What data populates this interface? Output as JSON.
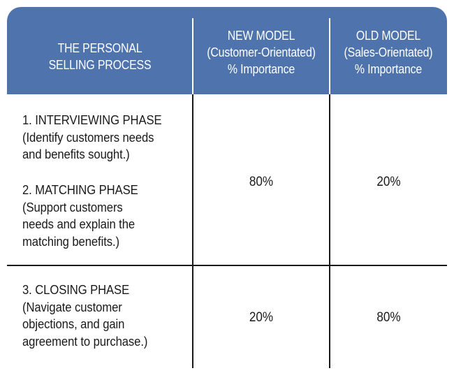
{
  "header": {
    "col1": [
      "THE PERSONAL",
      "SELLING PROCESS"
    ],
    "col2": [
      "NEW MODEL",
      "(Customer-Orientated)",
      "% Importance"
    ],
    "col3": [
      "OLD MODEL",
      "(Sales-Orientated)",
      "% Importance"
    ]
  },
  "rows": [
    {
      "phase_lines_a": [
        "1. INTERVIEWING PHASE",
        "(Identify customers needs",
        "and benefits sought.)"
      ],
      "phase_lines_b": [
        "2. MATCHING PHASE",
        "(Support customers",
        "needs and explain the",
        "matching benefits.)"
      ],
      "new_model": "80%",
      "old_model": "20%"
    },
    {
      "phase_lines_a": [
        "3. CLOSING PHASE",
        "(Navigate customer",
        "objections, and gain",
        "agreement to purchase.)"
      ],
      "new_model": "20%",
      "old_model": "80%"
    }
  ],
  "colors": {
    "header_bg": "#4f74ad",
    "header_text": "#ffffff",
    "body_text": "#1a1a1a",
    "rule": "#1a1a1a"
  }
}
